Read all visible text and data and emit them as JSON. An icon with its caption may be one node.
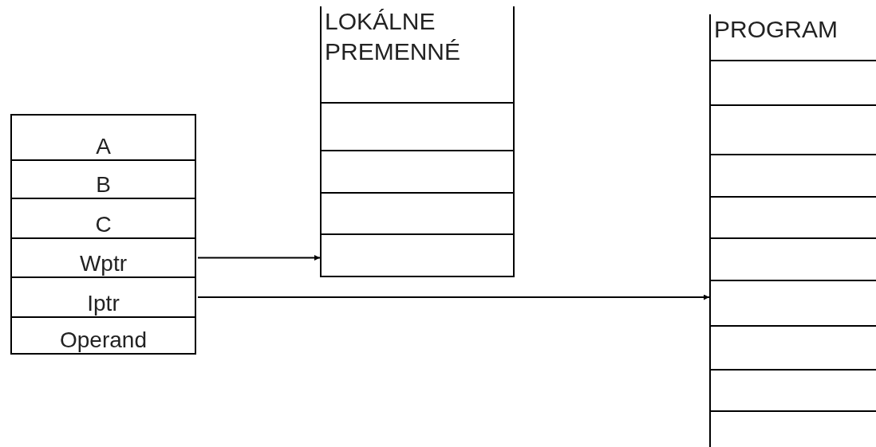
{
  "diagram": {
    "nodes": [
      {
        "text": [
          "A"
        ]
      },
      {
        "text": [
          "B"
        ]
      },
      {
        "text": [
          "C"
        ]
      },
      {
        "text": [
          "Wptr"
        ]
      },
      {
        "text": [
          "Iptr"
        ]
      },
      {
        "text": [
          "Operand"
        ]
      },
      {
        "text": [
          "LOKÁLNE PREMENNÉ"
        ]
      },
      {
        "text": [],
        "shape": "box"
      },
      {
        "text": [],
        "shape": "box"
      },
      {
        "text": [],
        "shape": "box"
      },
      {
        "text": [],
        "shape": "box"
      },
      {
        "text": [
          "PROGRAM"
        ]
      },
      {
        "text": [],
        "shape": "box"
      },
      {
        "text": [],
        "shape": "box"
      },
      {
        "text": [],
        "shape": "box"
      },
      {
        "text": [],
        "shape": "box"
      },
      {
        "text": [],
        "shape": "box"
      },
      {
        "text": [],
        "shape": "box"
      },
      {
        "text": [],
        "shape": "box"
      },
      {
        "text": [],
        "shape": "box"
      },
      {
        "text": [],
        "shape": "box"
      }
    ],
    "edges": [
      {
        "from": 3,
        "to": 10,
        "arrow": "to"
      },
      {
        "from": 4,
        "to": 17,
        "arrow": "to"
      }
    ]
  }
}
